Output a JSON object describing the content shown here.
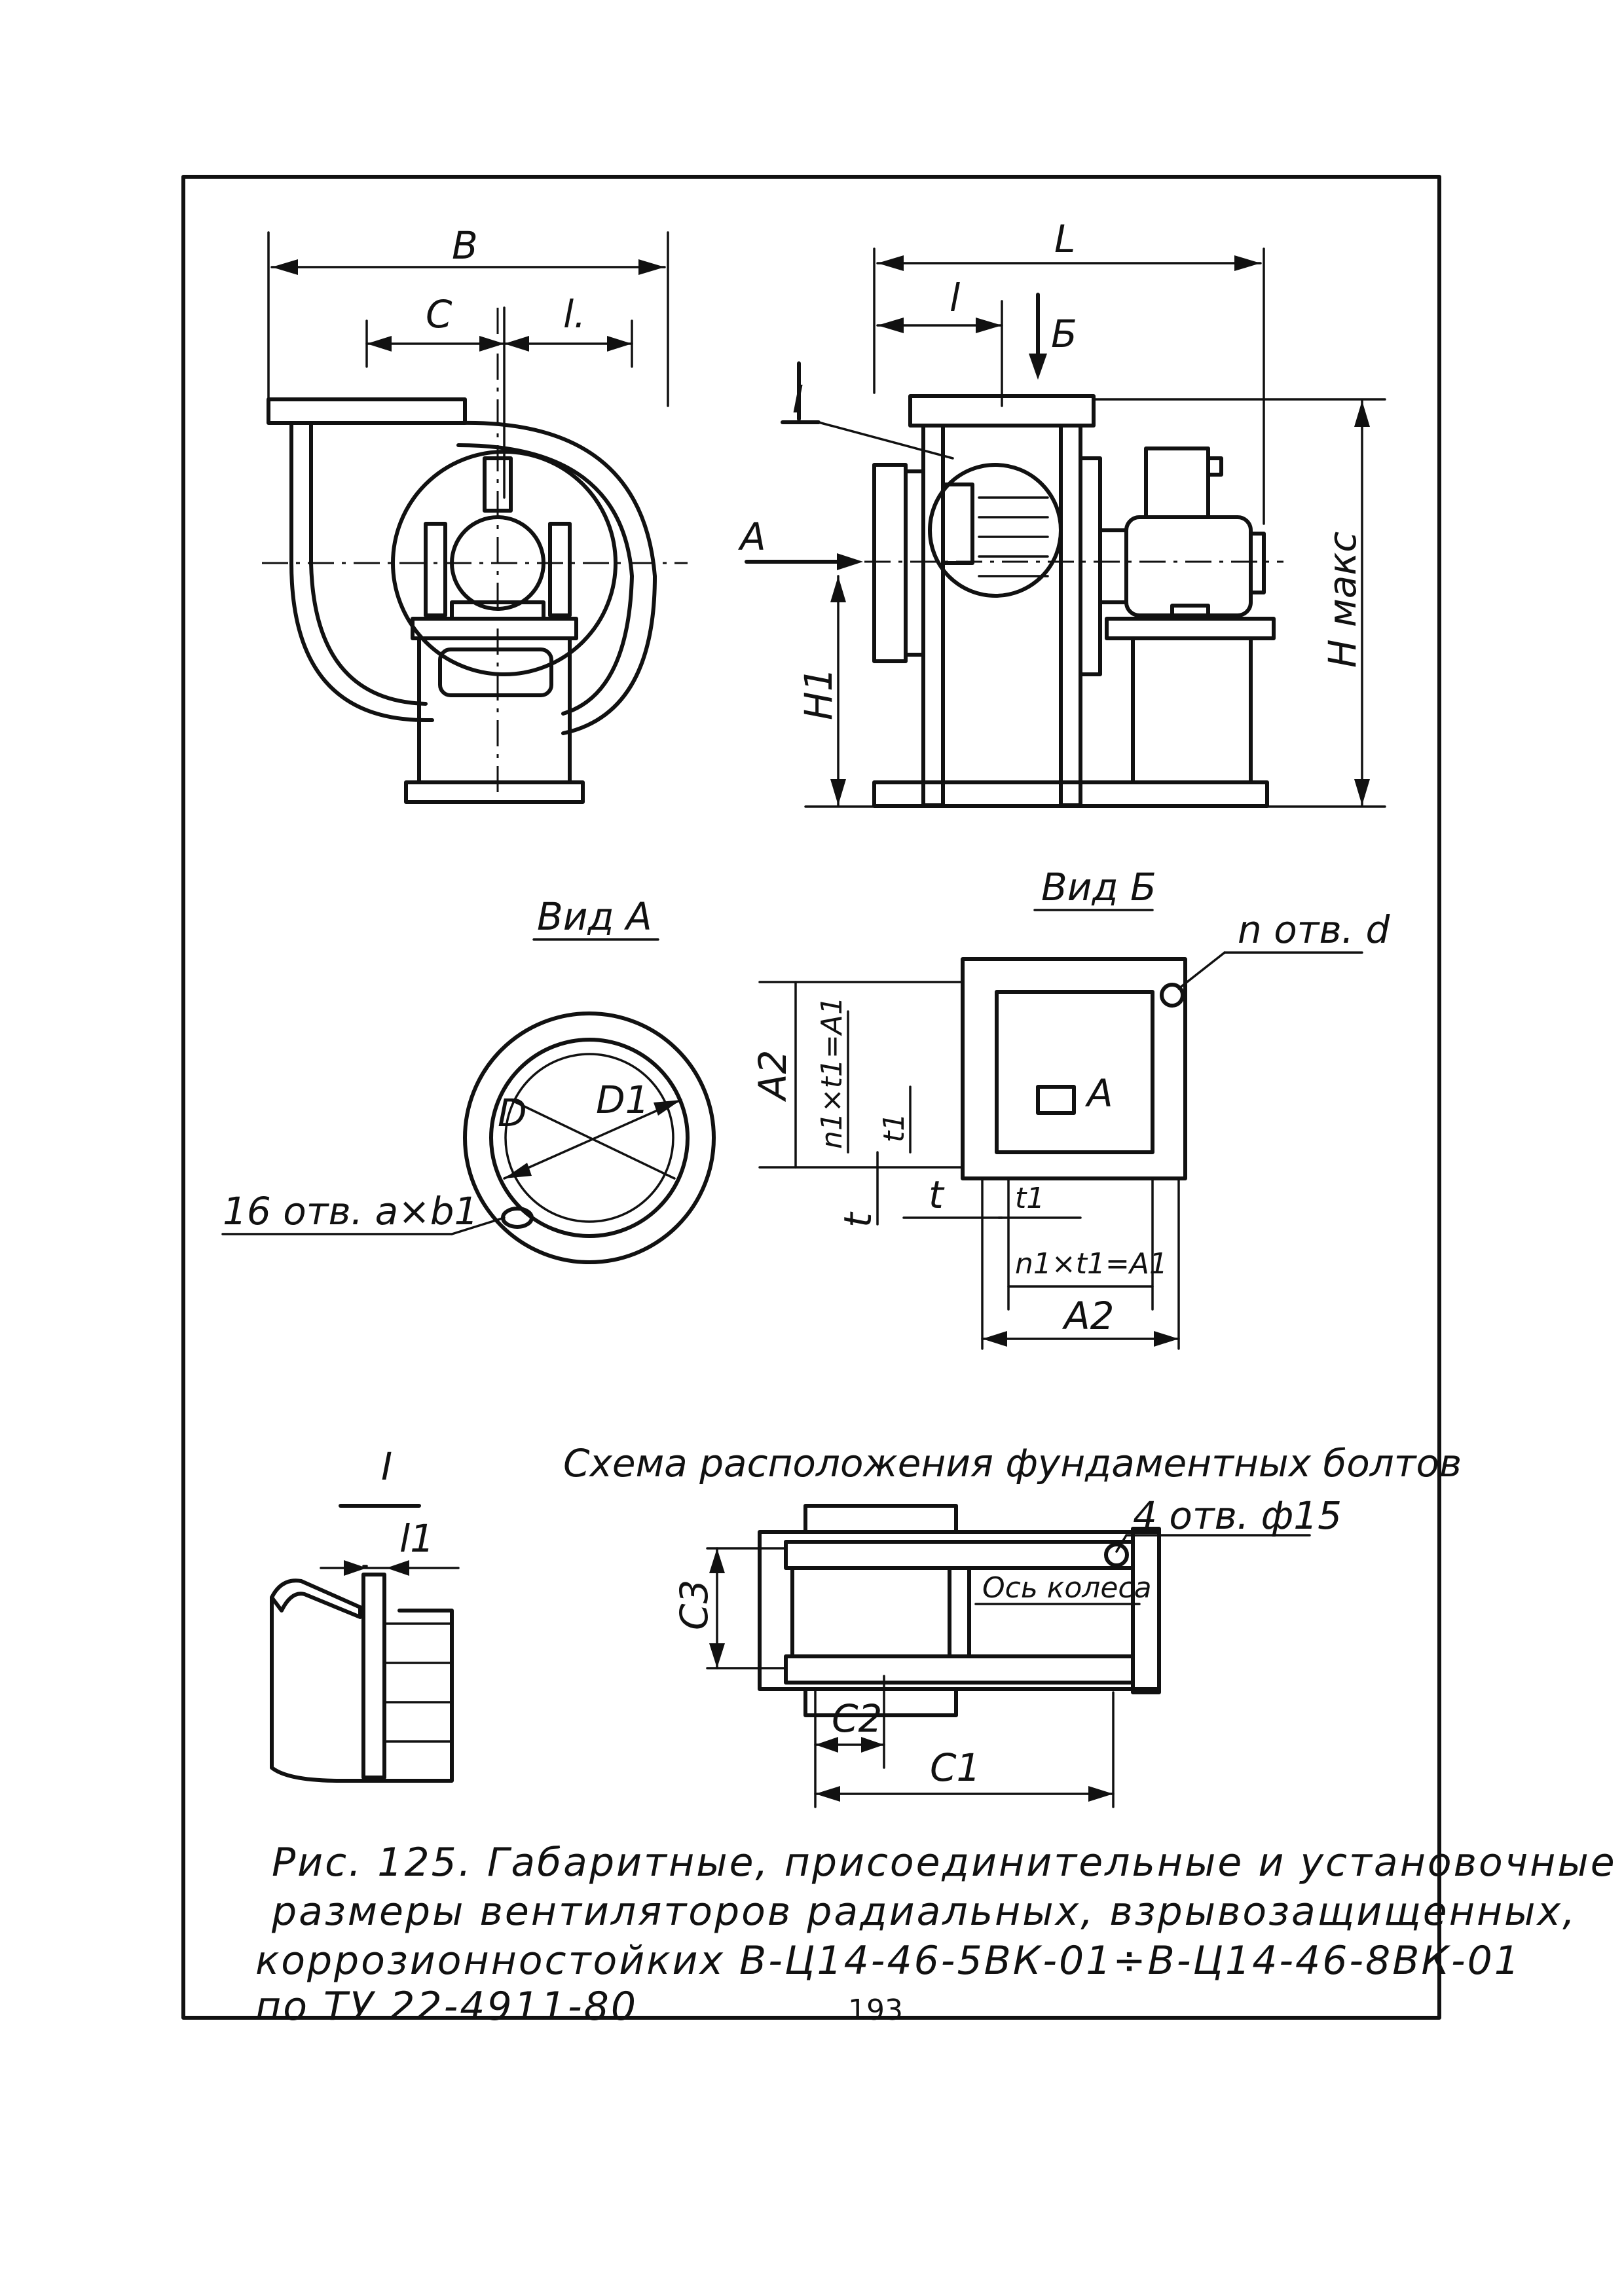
{
  "top_left_view": {
    "B": "B",
    "C": "C",
    "l_dim": "l."
  },
  "top_right_view": {
    "L": "L",
    "l_dim": "l",
    "arrow_B": "Б",
    "section_I": "I",
    "arrow_A": "A",
    "H1": "H1",
    "H_max": "H макс"
  },
  "view_A": {
    "title": "Вид A",
    "D": "D",
    "D1": "D1",
    "holes": "16 отв. a×b1"
  },
  "view_B": {
    "title": "Вид Б",
    "holes": "n отв. d",
    "A2_v": "A2",
    "n1t1_v": "n1×t1=A1",
    "t1_v": "t1",
    "t_v": "t",
    "t_h": "t",
    "t1_h": "t1",
    "A": "A",
    "n1t1_h": "n1×t1=A1",
    "A2_h": "A2"
  },
  "detail_I": {
    "title": "I",
    "l1": "l1"
  },
  "bolts": {
    "title": "Схема расположения фундаментных болтов",
    "holes": "4 отв. ф15",
    "axis": "Ось колеса",
    "C3": "C3",
    "C2": "C2",
    "C1": "C1"
  },
  "caption": {
    "line1": "Рис. 125. Габаритные, присоединительные и установочные",
    "line2": "размеры вентиляторов радиальных, взрывозащищенных,",
    "line3": "коррозионностойких  В-Ц14-46-5ВК-01÷В-Ц14-46-8ВК-01",
    "line4": "по ТУ 22-4911-80"
  },
  "page_number": "193"
}
